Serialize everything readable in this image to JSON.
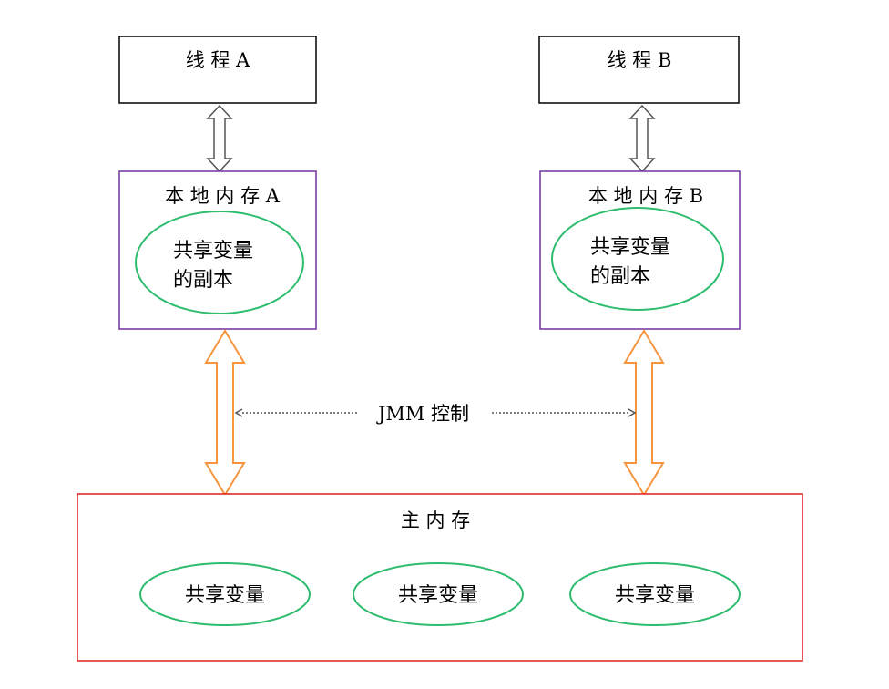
{
  "threads": [
    {
      "label": "线 程 A"
    },
    {
      "label": "线 程 B"
    }
  ],
  "local_memories": [
    {
      "label": "本 地 内 存 A",
      "copy_line1": "共享变量",
      "copy_line2": "的副本"
    },
    {
      "label": "本 地 内 存 B",
      "copy_line1": "共享变量",
      "copy_line2": "的副本"
    }
  ],
  "jmm_control": "JMM 控制",
  "main_memory": {
    "label": "主 内 存",
    "variables": [
      "共享变量",
      "共享变量",
      "共享变量"
    ]
  },
  "colors": {
    "thread_border": "#000000",
    "local_border": "#7030a0",
    "main_border": "#e01e1e",
    "ellipse": "#2ebc6e",
    "orange_arrow": "#f7953f",
    "gray_arrow": "#555555",
    "dotted": "#555555"
  }
}
